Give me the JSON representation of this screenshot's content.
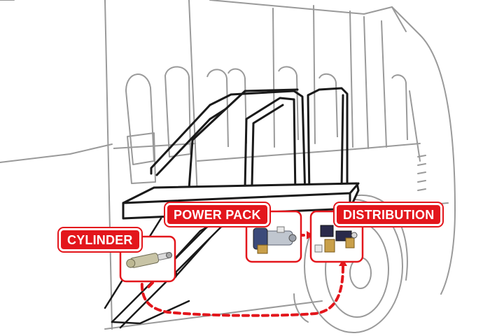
{
  "labels": {
    "cylinder": "CYLINDER",
    "power_pack": "POWER PACK",
    "distribution": "DISTRIBUTION"
  },
  "colors": {
    "accent": "#e3161c",
    "line": "#1a1a1a",
    "outline": "#9a9a9a",
    "component_body": "#c8c4a6",
    "motor": "#c0c6cf",
    "valve": "#2a2a4a",
    "valve_brass": "#c9a04a"
  },
  "icons": [
    "hydraulic-cylinder-icon",
    "power-pack-icon",
    "distribution-valve-icon"
  ]
}
